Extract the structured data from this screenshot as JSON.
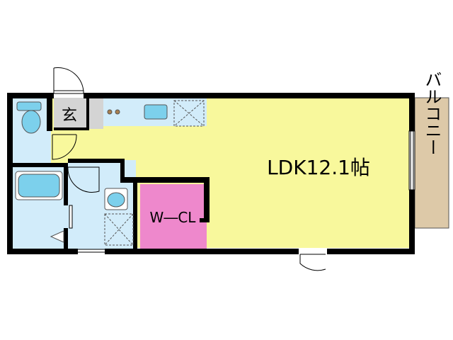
{
  "rooms": {
    "ldk": {
      "label": "LDK12.1帖",
      "color": "#f8f89c"
    },
    "wcl": {
      "label": "W―CL",
      "color": "#ee88cc"
    },
    "entrance": {
      "label": "玄",
      "color": "#d4d4d4"
    },
    "balcony": {
      "label": "バルコニー",
      "color": "#ddc9a8"
    }
  },
  "colors": {
    "wall": "#000000",
    "wet_area": "#d2ecfa",
    "fixture": "#7cd0ec"
  }
}
